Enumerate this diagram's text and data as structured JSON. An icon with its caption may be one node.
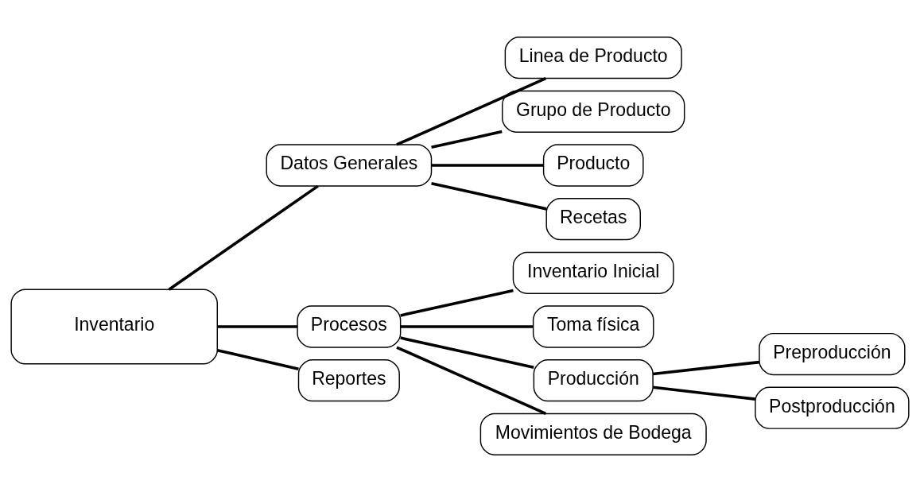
{
  "diagram": {
    "nodes": [
      {
        "text": [
          "Inventario"
        ]
      },
      {
        "text": [
          "Datos Generales"
        ]
      },
      {
        "text": [
          "Linea de Producto"
        ]
      },
      {
        "text": [
          "Grupo de Producto"
        ]
      },
      {
        "text": [
          "Producto"
        ]
      },
      {
        "text": [
          "Recetas"
        ]
      },
      {
        "text": [
          "Procesos"
        ]
      },
      {
        "text": [
          "Inventario Inicial"
        ]
      },
      {
        "text": [
          "Toma física"
        ]
      },
      {
        "text": [
          "Producción"
        ]
      },
      {
        "text": [
          "Preproducción"
        ]
      },
      {
        "text": [
          "Postproducción"
        ]
      },
      {
        "text": [
          "Movimientos de Bodega"
        ]
      },
      {
        "text": [
          "Reportes"
        ]
      }
    ],
    "edges": [
      {
        "from": 0,
        "to": 1,
        "arrow": "none"
      },
      {
        "from": 0,
        "to": 6,
        "arrow": "none"
      },
      {
        "from": 0,
        "to": 13,
        "arrow": "none"
      },
      {
        "from": 1,
        "to": 2,
        "arrow": "none"
      },
      {
        "from": 1,
        "to": 3,
        "arrow": "none"
      },
      {
        "from": 1,
        "to": 4,
        "arrow": "none"
      },
      {
        "from": 1,
        "to": 5,
        "arrow": "none"
      },
      {
        "from": 6,
        "to": 7,
        "arrow": "none"
      },
      {
        "from": 6,
        "to": 8,
        "arrow": "none"
      },
      {
        "from": 6,
        "to": 9,
        "arrow": "none"
      },
      {
        "from": 6,
        "to": 12,
        "arrow": "none"
      },
      {
        "from": 9,
        "to": 10,
        "arrow": "none"
      },
      {
        "from": 9,
        "to": 11,
        "arrow": "none"
      }
    ]
  }
}
